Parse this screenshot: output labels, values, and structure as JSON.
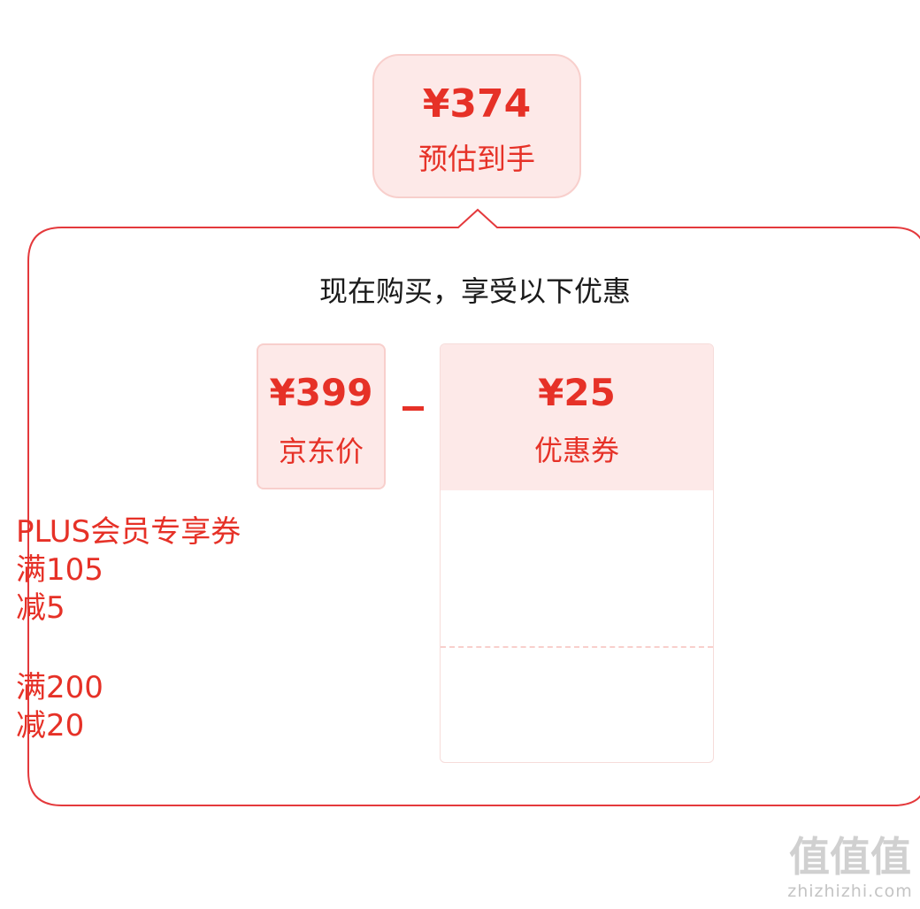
{
  "estimate": {
    "price": "¥374",
    "label": "预估到手"
  },
  "panel": {
    "heading": "现在购买，享受以下优惠"
  },
  "jd_price": {
    "price": "¥399",
    "label": "京东价"
  },
  "operator": "−",
  "coupon": {
    "price": "¥25",
    "label": "优惠券",
    "items": [
      {
        "lines": [
          "PLUS会员专享券",
          "满105",
          "减5"
        ]
      },
      {
        "lines": [
          "满200",
          "减20"
        ]
      }
    ]
  },
  "watermark": {
    "mark": "值值值",
    "text": "zhizhizhi.com"
  },
  "colors": {
    "accent": "#e63127",
    "card_fill": "#fde9e8",
    "card_border": "#f8cfcc",
    "panel_border": "#e4393c"
  }
}
